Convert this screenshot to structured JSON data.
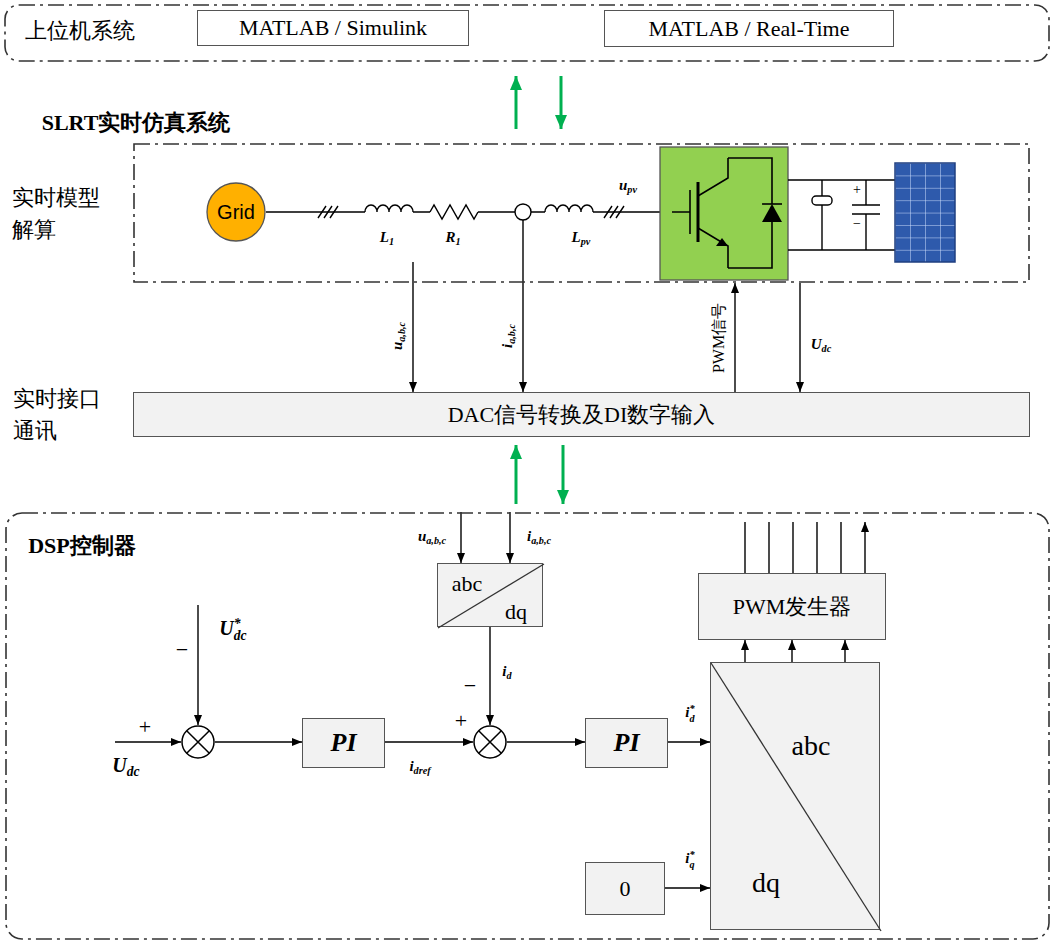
{
  "diagram": {
    "nodes": [
      {
        "text": [
          "上位机系统"
        ]
      },
      {
        "text": [
          "MATLAB / Simulink"
        ],
        "in": 0
      },
      {
        "text": [
          "MATLAB / Real-Time"
        ],
        "in": 0
      },
      {
        "text": [
          "SLRT实时仿真系统",
          "实时模型解算"
        ]
      },
      {
        "text": [
          "Grid"
        ],
        "in": 3
      },
      {
        "text": [
          "DAC信号转换及DI数字输入",
          "实时接口通讯"
        ]
      },
      {
        "text": [
          "DSP控制器"
        ]
      },
      {
        "text": [
          "abc",
          "dq"
        ],
        "in": 6
      },
      {
        "text": [
          "PWM发生器"
        ],
        "in": 6
      },
      {
        "text": [
          "−",
          "+"
        ],
        "in": 6
      },
      {
        "text": [
          "PI"
        ],
        "in": 6
      },
      {
        "text": [
          "+",
          "−"
        ],
        "in": 6
      },
      {
        "text": [
          "PI"
        ],
        "in": 6
      },
      {
        "text": [
          "abc",
          "dq"
        ],
        "in": 6
      },
      {
        "text": [
          "0"
        ],
        "in": 6
      }
    ],
    "edges": [
      {
        "from": 3,
        "to": 0,
        "arrow": "to"
      },
      {
        "from": 0,
        "to": 3,
        "arrow": "to"
      },
      {
        "from": 3,
        "to": 5,
        "label": "ua,b,c",
        "arrow": "to"
      },
      {
        "from": 3,
        "to": 5,
        "label": "ia,b,c",
        "arrow": "to"
      },
      {
        "from": 5,
        "to": 3,
        "label": "PWM信号",
        "arrow": "to"
      },
      {
        "from": 3,
        "to": 5,
        "label": "Udc",
        "arrow": "to"
      },
      {
        "from": 6,
        "to": 5,
        "arrow": "to"
      },
      {
        "from": 5,
        "to": 6,
        "arrow": "to"
      },
      {
        "from": 6,
        "to": 7,
        "label": "ua,b,c",
        "arrow": "to"
      },
      {
        "from": 6,
        "to": 7,
        "label": "ia,b,c",
        "arrow": "to"
      },
      {
        "from": 9,
        "to": 10,
        "arrow": "to"
      },
      {
        "from": 10,
        "to": 11,
        "label": "idref",
        "arrow": "to"
      },
      {
        "from": 7,
        "to": 11,
        "label": "id",
        "arrow": "to"
      },
      {
        "from": 11,
        "to": 12,
        "arrow": "to"
      },
      {
        "from": 12,
        "to": 13,
        "label": "i*d",
        "arrow": "to"
      },
      {
        "from": 14,
        "to": 13,
        "label": "i*q",
        "arrow": "to"
      },
      {
        "from": 13,
        "to": 8,
        "arrow": "to"
      },
      {
        "from": 13,
        "to": 8,
        "arrow": "to"
      },
      {
        "from": 13,
        "to": 8,
        "arrow": "to"
      }
    ],
    "labels": [
      "upv",
      "L1",
      "R1",
      "Lpv",
      "+",
      "−",
      "U*dc",
      "Udc"
    ]
  }
}
